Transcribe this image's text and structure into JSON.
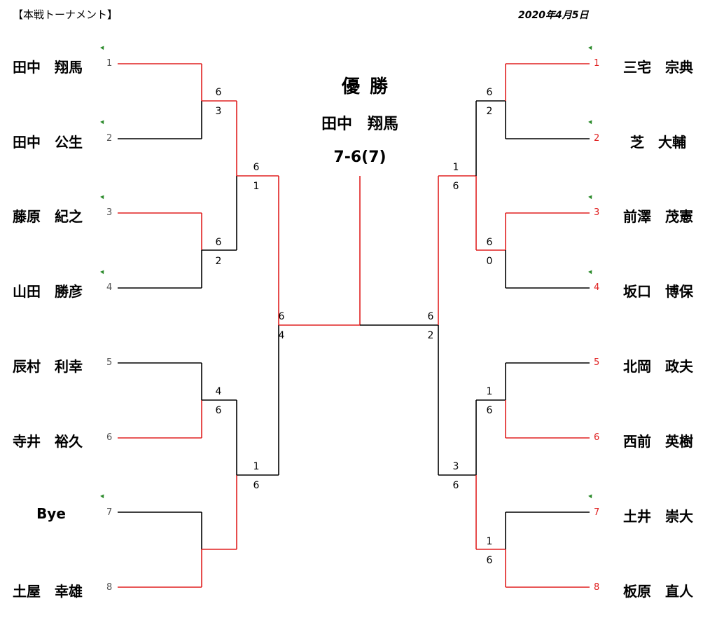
{
  "header": {
    "title": "【本戦トーナメント】",
    "date": "2020年4月5日"
  },
  "champion": {
    "title": "優勝",
    "name": "田中　翔馬",
    "score": "7-6(7)"
  },
  "colors": {
    "win": "#e02020",
    "lose": "#000000",
    "seed_tick": "#2a8a2a"
  },
  "left": {
    "players": [
      {
        "name": "田中　翔馬",
        "seed": "1"
      },
      {
        "name": "田中　公生",
        "seed": "2"
      },
      {
        "name": "藤原　紀之",
        "seed": "3"
      },
      {
        "name": "山田　勝彦",
        "seed": "4"
      },
      {
        "name": "辰村　利幸",
        "seed": "5"
      },
      {
        "name": "寺井　裕久",
        "seed": "6"
      },
      {
        "name": "Bye",
        "seed": "7"
      },
      {
        "name": "土屋　幸雄",
        "seed": "8"
      }
    ],
    "r1_scores": [
      [
        "6",
        "3"
      ],
      [
        "6",
        "2"
      ],
      [
        "4",
        "6"
      ],
      [
        "",
        ""
      ]
    ],
    "r2_scores": [
      [
        "6",
        "1"
      ],
      [
        "1",
        "6"
      ]
    ],
    "sf_score": [
      "6",
      "4"
    ]
  },
  "right": {
    "players": [
      {
        "name": "三宅　宗典",
        "seed": "1"
      },
      {
        "name": "芝　大輔",
        "seed": "2"
      },
      {
        "name": "前澤　茂憲",
        "seed": "3"
      },
      {
        "name": "坂口　博保",
        "seed": "4"
      },
      {
        "name": "北岡　政夫",
        "seed": "5"
      },
      {
        "name": "西前　英樹",
        "seed": "6"
      },
      {
        "name": "土井　崇大",
        "seed": "7"
      },
      {
        "name": "板原　直人",
        "seed": "8"
      }
    ],
    "r1_scores": [
      [
        "6",
        "2"
      ],
      [
        "6",
        "0"
      ],
      [
        "1",
        "6"
      ],
      [
        "1",
        "6"
      ]
    ],
    "r2_scores": [
      [
        "1",
        "6"
      ],
      [
        "3",
        "6"
      ]
    ],
    "sf_score": [
      "6",
      "2"
    ]
  }
}
